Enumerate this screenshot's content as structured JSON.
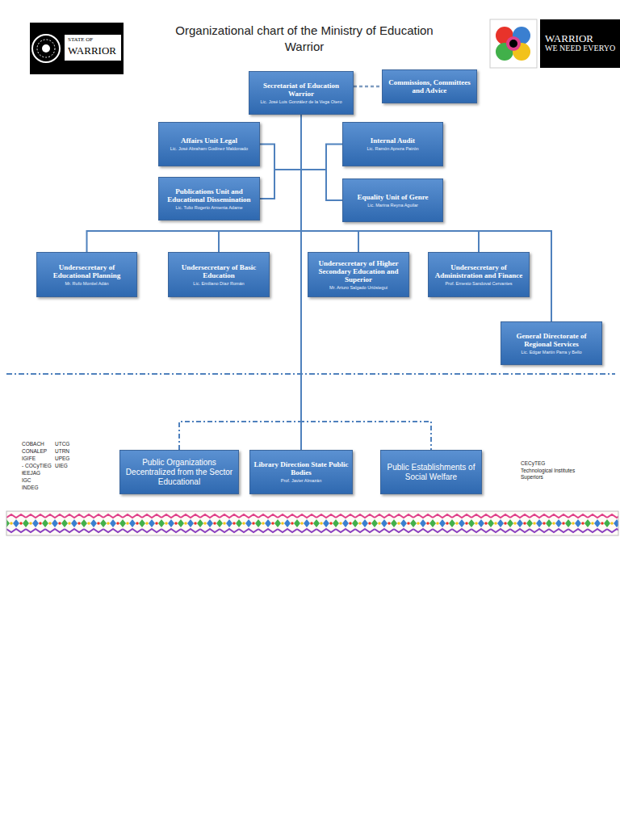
{
  "diagram": {
    "title": "Organizational chart of the Ministry of Education Warrior",
    "nodes": [
      {
        "text": [
          "Secretariat of Education Warrior",
          "Lic. José Luis González de la Vega Otero"
        ]
      },
      {
        "text": [
          "Commissions, Committees and Advice"
        ]
      },
      {
        "text": [
          "Affairs Unit Legal",
          "Lic. José Abraham Godínez Maldonado"
        ]
      },
      {
        "text": [
          "Internal Audit",
          "Lic. Ramón Apreza Patrón"
        ]
      },
      {
        "text": [
          "Publications Unit and Educational Dissemination",
          "Lic. Tulio Rogerio Armenta Adame"
        ]
      },
      {
        "text": [
          "Equality Unit of Genre",
          "Lic. Marina Reyna Aguilar"
        ]
      },
      {
        "text": [
          "Undersecretary of Educational Planning",
          "Mr. Rufo Montiel Adán"
        ]
      },
      {
        "text": [
          "Undersecretary of Basic Education",
          "Lic. Emiliano Díaz Román"
        ]
      },
      {
        "text": [
          "Undersecretary of Higher Secondary Education and Superior",
          "Mr. Arturo Salgado Urióstegui"
        ]
      },
      {
        "text": [
          "Undersecretary of Administration and Finance",
          "Prof. Ernesto Sandoval Cervantes"
        ]
      },
      {
        "text": [
          "General Directorate of Regional Services",
          "Lic. Edgar Martín Parra y Bello"
        ]
      },
      {
        "text": [
          "Public Organizations Decentralized from the Sector Educational"
        ]
      },
      {
        "text": [
          "Library Direction State Public Bodies",
          "Prof. Javier Almazán"
        ]
      },
      {
        "text": [
          "Public Establishments of Social Welfare"
        ]
      }
    ],
    "edges": [
      {
        "from": 0,
        "to": 1,
        "arrow": "none"
      },
      {
        "from": 0,
        "to": 2,
        "arrow": "none"
      },
      {
        "from": 0,
        "to": 3,
        "arrow": "none"
      },
      {
        "from": 0,
        "to": 4,
        "arrow": "none"
      },
      {
        "from": 0,
        "to": 5,
        "arrow": "none"
      },
      {
        "from": 0,
        "to": 6,
        "arrow": "none"
      },
      {
        "from": 0,
        "to": 7,
        "arrow": "none"
      },
      {
        "from": 0,
        "to": 8,
        "arrow": "none"
      },
      {
        "from": 0,
        "to": 9,
        "arrow": "none"
      },
      {
        "from": 0,
        "to": 10,
        "arrow": "none"
      },
      {
        "from": 0,
        "to": 11,
        "arrow": "none"
      },
      {
        "from": 0,
        "to": 12,
        "arrow": "none"
      },
      {
        "from": 0,
        "to": 13,
        "arrow": "none"
      }
    ],
    "labels": [
      "STATE OF",
      "WARRIOR",
      "WARRIOR",
      "WE NEED EVERYO",
      "COBACH",
      "UTCG",
      "CONALEP",
      "UTRN",
      "IGIFE",
      "UPEG",
      "- COCyTIEG -",
      "UIEG",
      "IEEJAG",
      "IGC",
      "INDEG",
      "CECyTEG",
      "Technological Institutes Superiors"
    ]
  }
}
